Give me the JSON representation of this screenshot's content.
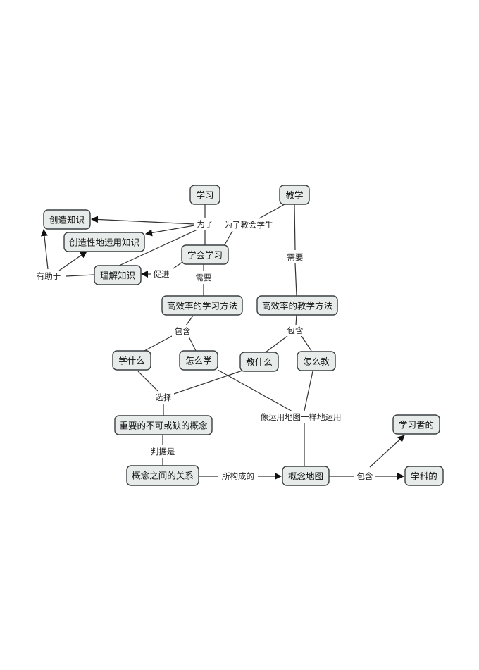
{
  "concepts": {
    "xuexi": "学习",
    "jiaoxue": "教学",
    "chuangzao_zhishi": "创造知识",
    "chuangzaoxing_yunyong": "创造性地运用知识",
    "xuehui_xuexi": "学会学习",
    "lijie_zhishi": "理解知识",
    "gaoxiao_xuexi_fangfa": "高效率的学习方法",
    "gaoxiao_jiaoxue_fangfa": "高效率的教学方法",
    "xue_shenme": "学什么",
    "zenme_xue": "怎么学",
    "jiao_shenme": "教什么",
    "zenme_jiao": "怎么教",
    "zhongyao_gainian": "重要的不可或缺的概念",
    "gainian_guanxi": "概念之间的关系",
    "gainian_ditu": "概念地图",
    "xuexizhe_de": "学习者的",
    "xueke_de": "学科的"
  },
  "links": {
    "wei_le": "为了",
    "wei_le_jiaohui_xuesheng": "为了教会学生",
    "cujin": "促进",
    "youzhu_yu": "有助于",
    "xuyao_1": "需要",
    "xuyao_2": "需要",
    "baohan_1": "包含",
    "baohan_2": "包含",
    "xuanze": "选择",
    "pansju_shi": "判据是",
    "suo_goucheng_de": "所构成的",
    "xiang_yunyong_ditu": "像运用地图一样地运用",
    "baohan_3": "包含"
  },
  "colors": {
    "node_fill": "#e7eceb",
    "node_border": "#3a3f42",
    "line": "#333333",
    "text": "#111111"
  }
}
